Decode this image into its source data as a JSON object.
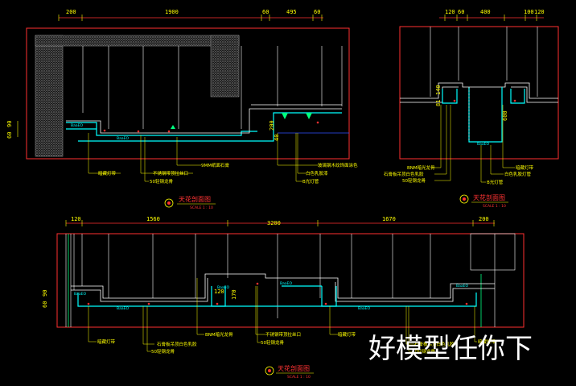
{
  "top_left_section": {
    "dims_top": [
      "200",
      "1900",
      "60",
      "495",
      "60"
    ],
    "dims_left": [
      "60",
      "90"
    ],
    "dims_mid": [
      "200",
      "40"
    ],
    "annotations": [
      "暗藏灯带",
      "不锈钢带顶拉丝口",
      "50轻钢龙骨",
      "9MM纸面石膏",
      "玻璃钢木纹饰面涂色",
      "白色乳胶漆",
      "B光灯管"
    ],
    "cyan_labels": [
      "BaaEO",
      "BaaEO"
    ],
    "title": "天花剖面图",
    "scale": "SCALE 1 : 10"
  },
  "top_right_section": {
    "dims_top": [
      "120",
      "60",
      "400",
      "100",
      "120"
    ],
    "dims_side": [
      "81",
      "140",
      "600"
    ],
    "annotations": [
      "BNM暗光龙骨",
      "石膏板吊顶白色乳胶",
      "50轻钢龙骨",
      "暗藏灯带",
      "白色乳胶灯管",
      "B光灯管"
    ],
    "cyan_labels": [
      "BaaEO"
    ],
    "title": "天花剖面图",
    "scale": "SCALE 1 : 10"
  },
  "bottom_section": {
    "dims_top": [
      "120",
      "1560",
      "3200",
      "1670",
      "200"
    ],
    "dims_left": [
      "60",
      "90"
    ],
    "dims_mid": [
      "120",
      "170"
    ],
    "annotations": [
      "暗藏灯带",
      "石膏板吊顶白色乳胶",
      "50轻钢龙骨",
      "BNM暗光龙骨",
      "不锈钢带顶拉丝口",
      "50轻钢龙骨",
      "暗藏灯带",
      "石膏板吊顶白色乳胶",
      "50轻钢龙骨",
      "暗藏灯带"
    ],
    "cyan_labels": [
      "BaaEO",
      "BaaEO",
      "BaaEO",
      "BaaEO",
      "BaaEO",
      "BaaEO"
    ],
    "title": "天花剖面图",
    "scale": "SCALE 1 : 10"
  },
  "watermark": "好模型任你下",
  "colors": {
    "background": "#000000",
    "border": "#ff3030",
    "dimension": "#ffff00",
    "ceiling": "#00ffff",
    "light": "#ff3030",
    "hatch": "#b0b0b0"
  }
}
